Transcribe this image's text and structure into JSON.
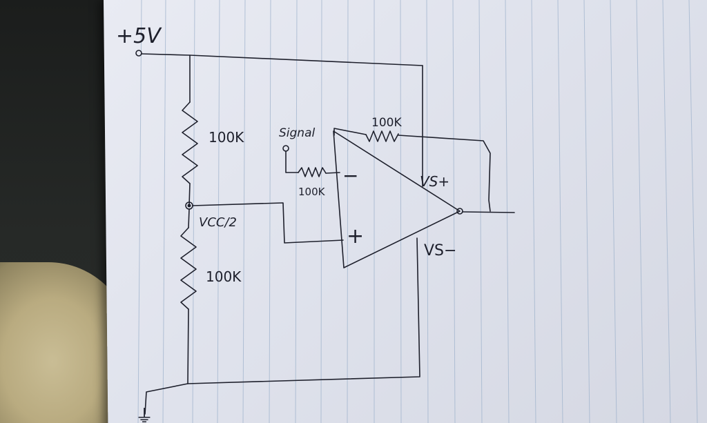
{
  "schematic": {
    "supply_label": "+5V",
    "divider_top_value": "100K",
    "divider_bottom_value": "100K",
    "midpoint_label": "VCC/2",
    "signal_label": "Signal",
    "input_resistor_value": "100K",
    "feedback_resistor_value": "100K",
    "inverting_symbol": "−",
    "noninverting_symbol": "+",
    "vs_plus_label": "VS+",
    "vs_minus_label": "VS−",
    "ground_symbol": "⏚"
  },
  "colors": {
    "ink": "#1d1f2b",
    "paper": "#e4e6ee",
    "rule_lines": "#9fb3cc"
  }
}
